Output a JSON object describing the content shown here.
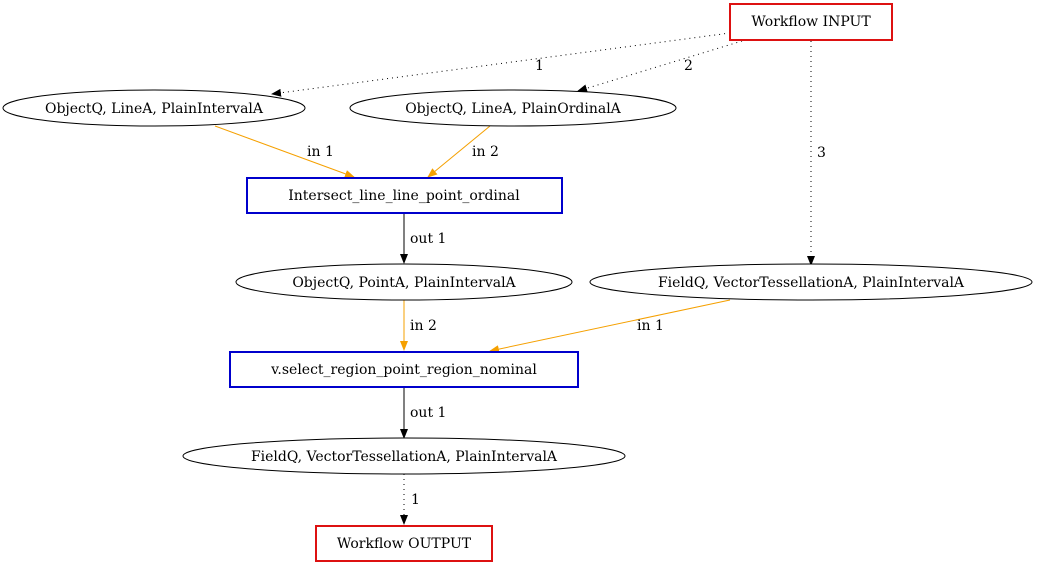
{
  "colors": {
    "io_border": "#dd1111",
    "op_border": "#0000cc",
    "data_edge": "#000000",
    "input_edge": "#f5a000"
  },
  "nodes": {
    "workflow_input": "Workflow INPUT",
    "input_1": "ObjectQ, LineA, PlainIntervalA",
    "input_2": "ObjectQ, LineA, PlainOrdinalA",
    "op_intersect": "Intersect_line_line_point_ordinal",
    "intermediate": "ObjectQ, PointA, PlainIntervalA",
    "input_3": "FieldQ, VectorTessellationA, PlainIntervalA",
    "op_select": "v.select_region_point_region_nominal",
    "result": "FieldQ, VectorTessellationA, PlainIntervalA",
    "workflow_output": "Workflow OUTPUT"
  },
  "edges": {
    "input_to_1": "1",
    "input_to_2": "2",
    "input_to_3": "3",
    "input1_to_intersect": "in 1",
    "input2_to_intersect": "in 2",
    "intersect_out": "out 1",
    "intermediate_to_select": "in 2",
    "input3_to_select": "in 1",
    "select_out": "out 1",
    "result_to_output": "1"
  }
}
